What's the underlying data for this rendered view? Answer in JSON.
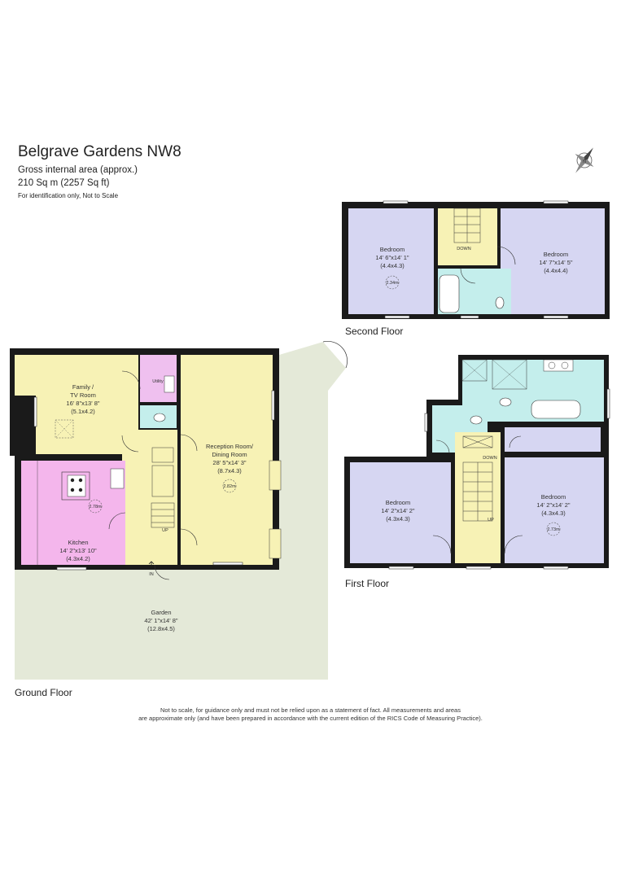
{
  "header": {
    "title": "Belgrave Gardens NW8",
    "area_line": "Gross internal area (approx.)",
    "size_line": "210 Sq m (2257 Sq ft)",
    "note": "For identification only, Not to Scale"
  },
  "compass": {
    "letter": "N"
  },
  "floors": {
    "second": {
      "label": "Second Floor",
      "bedroom_left": {
        "name": "Bedroom",
        "dims": "14' 6\"x14' 1\"",
        "metric": "(4.4x4.3)",
        "height": "2.34m"
      },
      "bedroom_right": {
        "name": "Bedroom",
        "dims": "14' 7\"x14' 5\"",
        "metric": "(4.4x4.4)"
      },
      "stairs": "DOWN"
    },
    "first": {
      "label": "First Floor",
      "bedroom_left": {
        "name": "Bedroom",
        "dims": "14' 2\"x14' 2\"",
        "metric": "(4.3x4.3)"
      },
      "bedroom_right": {
        "name": "Bedroom",
        "dims": "14' 2\"x14' 2\"",
        "metric": "(4.3x4.3)",
        "height": "2.73m"
      },
      "stairs_down": "DOWN",
      "stairs_up": "UP"
    },
    "ground": {
      "label": "Ground Floor",
      "family": {
        "name1": "Family /",
        "name2": "TV Room",
        "dims": "16' 8\"x13' 8\"",
        "metric": "(5.1x4.2)"
      },
      "utility": {
        "name": "Utility"
      },
      "reception": {
        "name1": "Reception Room/",
        "name2": "Dining Room",
        "dims": "28' 5\"x14' 3\"",
        "metric": "(8.7x4.3)",
        "height": "2.82m"
      },
      "kitchen": {
        "name": "Kitchen",
        "dims": "14' 2\"x13' 10\"",
        "metric": "(4.3x4.2)",
        "height": "2.78m"
      },
      "garden": {
        "name": "Garden",
        "dims": "42' 1\"x14' 8\"",
        "metric": "(12.8x4.5)"
      },
      "stairs_up": "UP",
      "entrance": "IN"
    }
  },
  "colors": {
    "wall": "#1a1a1a",
    "room_yellow": "#f7f2b5",
    "bedroom_lilac": "#d6d6f2",
    "bathroom_teal": "#c4eeec",
    "kitchen_pink": "#f4b6ec",
    "utility_pink": "#efc0ef",
    "garden_green": "#e4e9d8"
  },
  "disclaimer": {
    "line1": "Not to scale, for guidance only and must not be relied upon as a statement of fact.  All measurements and areas",
    "line2": "are approximate only (and have been prepared in accordance with the current edition of the RICS Code of Measuring Practice)."
  }
}
